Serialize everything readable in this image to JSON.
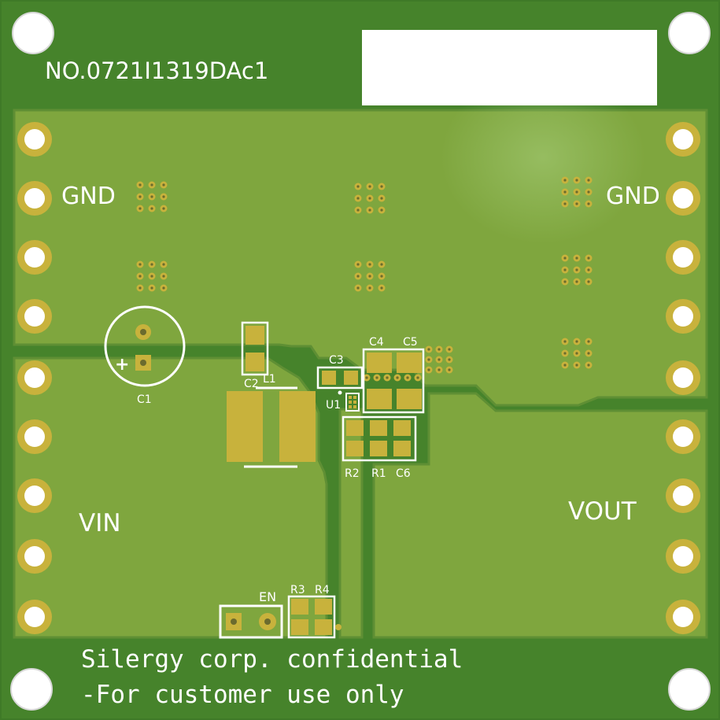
{
  "board": {
    "part_number": "NO.0721I1319DAc1",
    "colors": {
      "soldermask": "#46802a",
      "copper_pour": "#7ea43c",
      "gold": "#c8b23c",
      "silkscreen": "#ffffff"
    }
  },
  "labels": {
    "gnd_left": "GND",
    "gnd_right": "GND",
    "vin": "VIN",
    "vout": "VOUT",
    "en": "EN",
    "plus": "+"
  },
  "components": {
    "c1": "C1",
    "c2": "C2",
    "c3": "C3",
    "c4": "C4",
    "c5": "C5",
    "c6": "C6",
    "l1": "L1",
    "u1": "U1",
    "r1": "R1",
    "r2": "R2",
    "r3": "R3",
    "r4": "R4"
  },
  "footer": {
    "line1": "Silergy corp. confidential",
    "line2": "-For customer use only"
  }
}
